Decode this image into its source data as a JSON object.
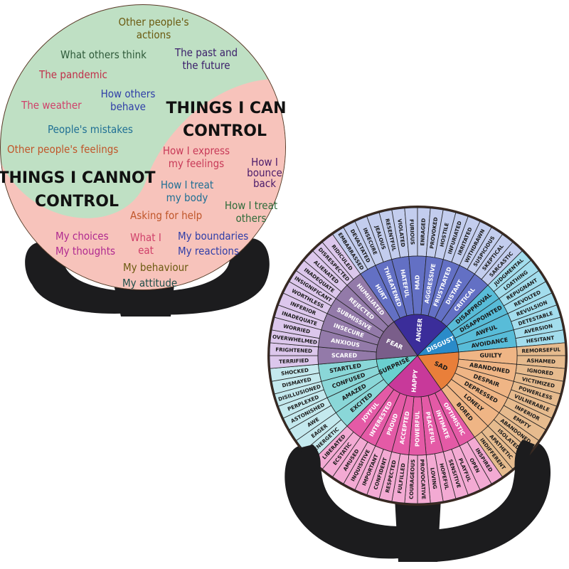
{
  "control_plaque": {
    "colors": {
      "cannot_bg": "#bfe0c4",
      "can_bg": "#f7c3bb"
    },
    "cannot_title": [
      "THINGS I CANNOT",
      "CONTROL"
    ],
    "can_title": [
      "THINGS I CAN",
      "CONTROL"
    ],
    "cannot_items": [
      {
        "lines": [
          "Other people's",
          "actions"
        ],
        "color": "#6b5a10"
      },
      {
        "lines": [
          "What others think"
        ],
        "color": "#2f5a3a"
      },
      {
        "lines": [
          "The past and",
          "the future"
        ],
        "color": "#3a1d6a"
      },
      {
        "lines": [
          "The pandemic"
        ],
        "color": "#c0304a"
      },
      {
        "lines": [
          "How others",
          "behave"
        ],
        "color": "#2f3ea8"
      },
      {
        "lines": [
          "The weather"
        ],
        "color": "#d0406a"
      },
      {
        "lines": [
          "People's mistakes"
        ],
        "color": "#1f6f94"
      },
      {
        "lines": [
          "Other people's feelings"
        ],
        "color": "#c0562a"
      }
    ],
    "can_items": [
      {
        "lines": [
          "How I express",
          "my feelings"
        ],
        "color": "#c83a58"
      },
      {
        "lines": [
          "How I",
          "bounce",
          "back"
        ],
        "color": "#4a1a6a"
      },
      {
        "lines": [
          "How I treat",
          "my body"
        ],
        "color": "#1f6f94"
      },
      {
        "lines": [
          "How I treat",
          "others"
        ],
        "color": "#2e6b3a"
      },
      {
        "lines": [
          "Asking for help"
        ],
        "color": "#c0562a"
      },
      {
        "lines": [
          "My choices",
          "My thoughts"
        ],
        "color": "#b02a90"
      },
      {
        "lines": [
          "What I",
          "eat"
        ],
        "color": "#d0406a"
      },
      {
        "lines": [
          "My boundaries",
          "My reactions"
        ],
        "color": "#2f3ea8"
      },
      {
        "lines": [
          "My behaviour"
        ],
        "color": "#6b5a10"
      },
      {
        "lines": [
          "My attitude"
        ],
        "color": "#1f4f4a"
      }
    ]
  },
  "feelings_wheel": {
    "emotions": [
      {
        "core": "ANGER",
        "colors": [
          "#3b2d9a",
          "#6370c4",
          "#c3cdee"
        ],
        "middle": [
          "HURT",
          "THREATENED",
          "HATEFUL",
          "MAD",
          "AGGRESSIVE",
          "FRUSTRATED",
          "DISTANT",
          "CRITICAL"
        ],
        "outer": [
          "EMBARRASSED",
          "DEVASTATED",
          "INSECURE",
          "JEALOUS",
          "RESENTFUL",
          "VIOLATED",
          "FURIOUS",
          "ENRAGED",
          "PROVOKED",
          "HOSTILE",
          "INFURIATED",
          "IRRITATED",
          "WITHDRAWN",
          "SUSPICIOUS",
          "SKEPTICAL",
          "SARCASTIC"
        ]
      },
      {
        "core": "DISGUST",
        "colors": [
          "#2a8bc9",
          "#58bcd8",
          "#a3dded"
        ],
        "middle": [
          "DISAPPROVAL",
          "DISAPPOINTED",
          "AWFUL",
          "AVOIDANCE"
        ],
        "outer": [
          "JUDGMENTAL",
          "LOATHING",
          "REPUGNANT",
          "REVOLTED",
          "REVULSION",
          "DETESTABLE",
          "AVERSION",
          "HESITANT"
        ]
      },
      {
        "core": "SAD",
        "colors": [
          "#e97f3a",
          "#efb585",
          "#e6bb8e"
        ],
        "middle": [
          "GUILTY",
          "ABANDONED",
          "DESPAIR",
          "DEPRESSED",
          "LONELY",
          "BORED"
        ],
        "outer": [
          "REMORSEFUL",
          "ASHAMED",
          "IGNORED",
          "VICTIMIZED",
          "POWERLESS",
          "VULNERABLE",
          "INFERIOR",
          "EMPTY",
          "ABANDONED",
          "ISOLATED",
          "APATHETIC",
          "INDIFFERENT"
        ]
      },
      {
        "core": "HAPPY",
        "colors": [
          "#c8399a",
          "#e45aa6",
          "#f3aad3"
        ],
        "middle": [
          "OPTIMISTIC",
          "INTIMATE",
          "PEACEFUL",
          "POWERFUL",
          "ACCEPTED",
          "PROUD",
          "INTERESTED",
          "JOYFUL"
        ],
        "outer": [
          "INSPIRED",
          "OPEN",
          "PLAYFUL",
          "SENSITIVE",
          "HOPEFUL",
          "LOVING",
          "PROVOCATIVE",
          "COURAGEOUS",
          "FULFILLED",
          "RESPECTED",
          "CONFIDENT",
          "IMPORTANT",
          "INQUISITIVE",
          "AMUSED",
          "ECSTATIC",
          "LIBERATED"
        ]
      },
      {
        "core": "SURPRISE",
        "colors": [
          "#6acfcf",
          "#8ad7d8",
          "#c4e9ee"
        ],
        "middle": [
          "EXCITED",
          "AMAZED",
          "CONFUSED",
          "STARTLED"
        ],
        "outer": [
          "ENERGETIC",
          "EAGER",
          "AWE",
          "ASTONISHED",
          "PERPLEXED",
          "DISILLUSIONED",
          "DISMAYED",
          "SHOCKED"
        ]
      },
      {
        "core": "FEAR",
        "colors": [
          "#7a5e8a",
          "#937aa9",
          "#dcc7ec"
        ],
        "middle": [
          "SCARED",
          "ANXIOUS",
          "INSECURE",
          "SUBMISSIVE",
          "REJECTED",
          "HUMILIATED"
        ],
        "outer": [
          "TERRIFIED",
          "FRIGHTENED",
          "OVERWHELMED",
          "WORRIED",
          "INADEQUATE",
          "INFERIOR",
          "WORTHLESS",
          "INSIGNIFICANT",
          "INADEQUATE",
          "ALIENATED",
          "DISRESPECTED",
          "RIDICULED"
        ]
      }
    ]
  },
  "stand_color": "#1c1c1e"
}
